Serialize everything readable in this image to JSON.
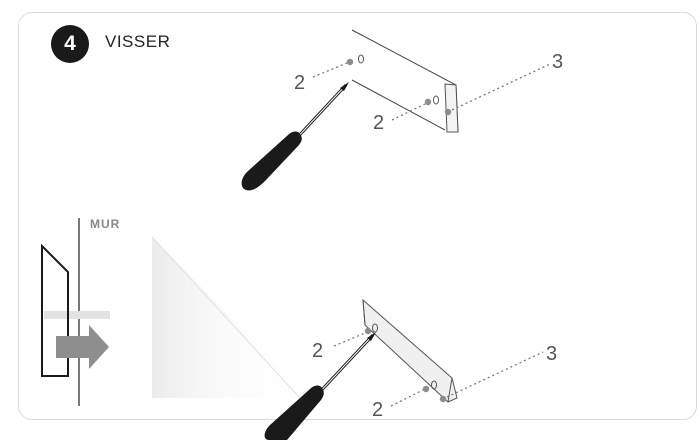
{
  "step": {
    "number": "4",
    "title": "VISSER"
  },
  "wall_label": "MUR",
  "callouts": {
    "screw": "2",
    "panel": "3"
  },
  "colors": {
    "ink": "#1a1a1a",
    "line": "#444444",
    "dot": "#8c8c8c",
    "arrow": "#8e8e8e",
    "card_border": "#dadada"
  }
}
